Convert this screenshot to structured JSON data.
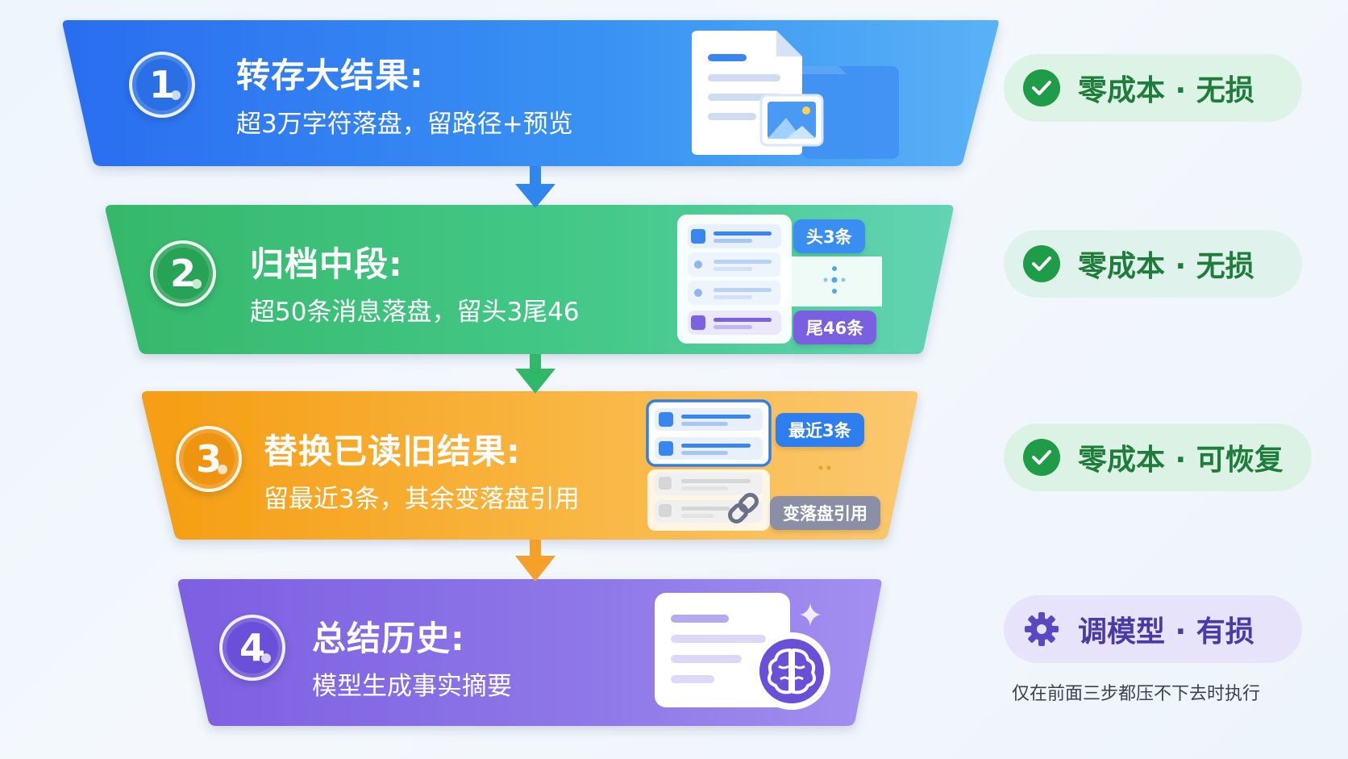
{
  "steps": [
    {
      "number": "1",
      "title": "转存大结果:",
      "description": "超3万字符落盘，留路径+预览"
    },
    {
      "number": "2",
      "title": "归档中段:",
      "description": "超50条消息落盘，留头3尾46",
      "tags": {
        "head": "头3条",
        "tail": "尾46条"
      }
    },
    {
      "number": "3",
      "title": "替换已读旧结果:",
      "description": "留最近3条，其余变落盘引用",
      "tags": {
        "recent": "最近3条",
        "reference": "变落盘引用"
      }
    },
    {
      "number": "4",
      "title": "总结历史:",
      "description": "模型生成事实摘要"
    }
  ],
  "badges": [
    {
      "label": "零成本 · 无损",
      "icon": "check-circle-icon"
    },
    {
      "label": "零成本 · 无损",
      "icon": "check-circle-icon"
    },
    {
      "label": "零成本 · 可恢复",
      "icon": "check-circle-icon"
    },
    {
      "label": "调模型 · 有损",
      "icon": "gear-icon"
    }
  ],
  "note": "仅在前面三步都压不下去时执行",
  "colors": {
    "step1": "#2f7ef0",
    "step2": "#3cc27a",
    "step3": "#f7ab2e",
    "step4": "#8a6de6",
    "badge_green_text": "#1f7d3b",
    "badge_purple_text": "#4b3aa6"
  }
}
